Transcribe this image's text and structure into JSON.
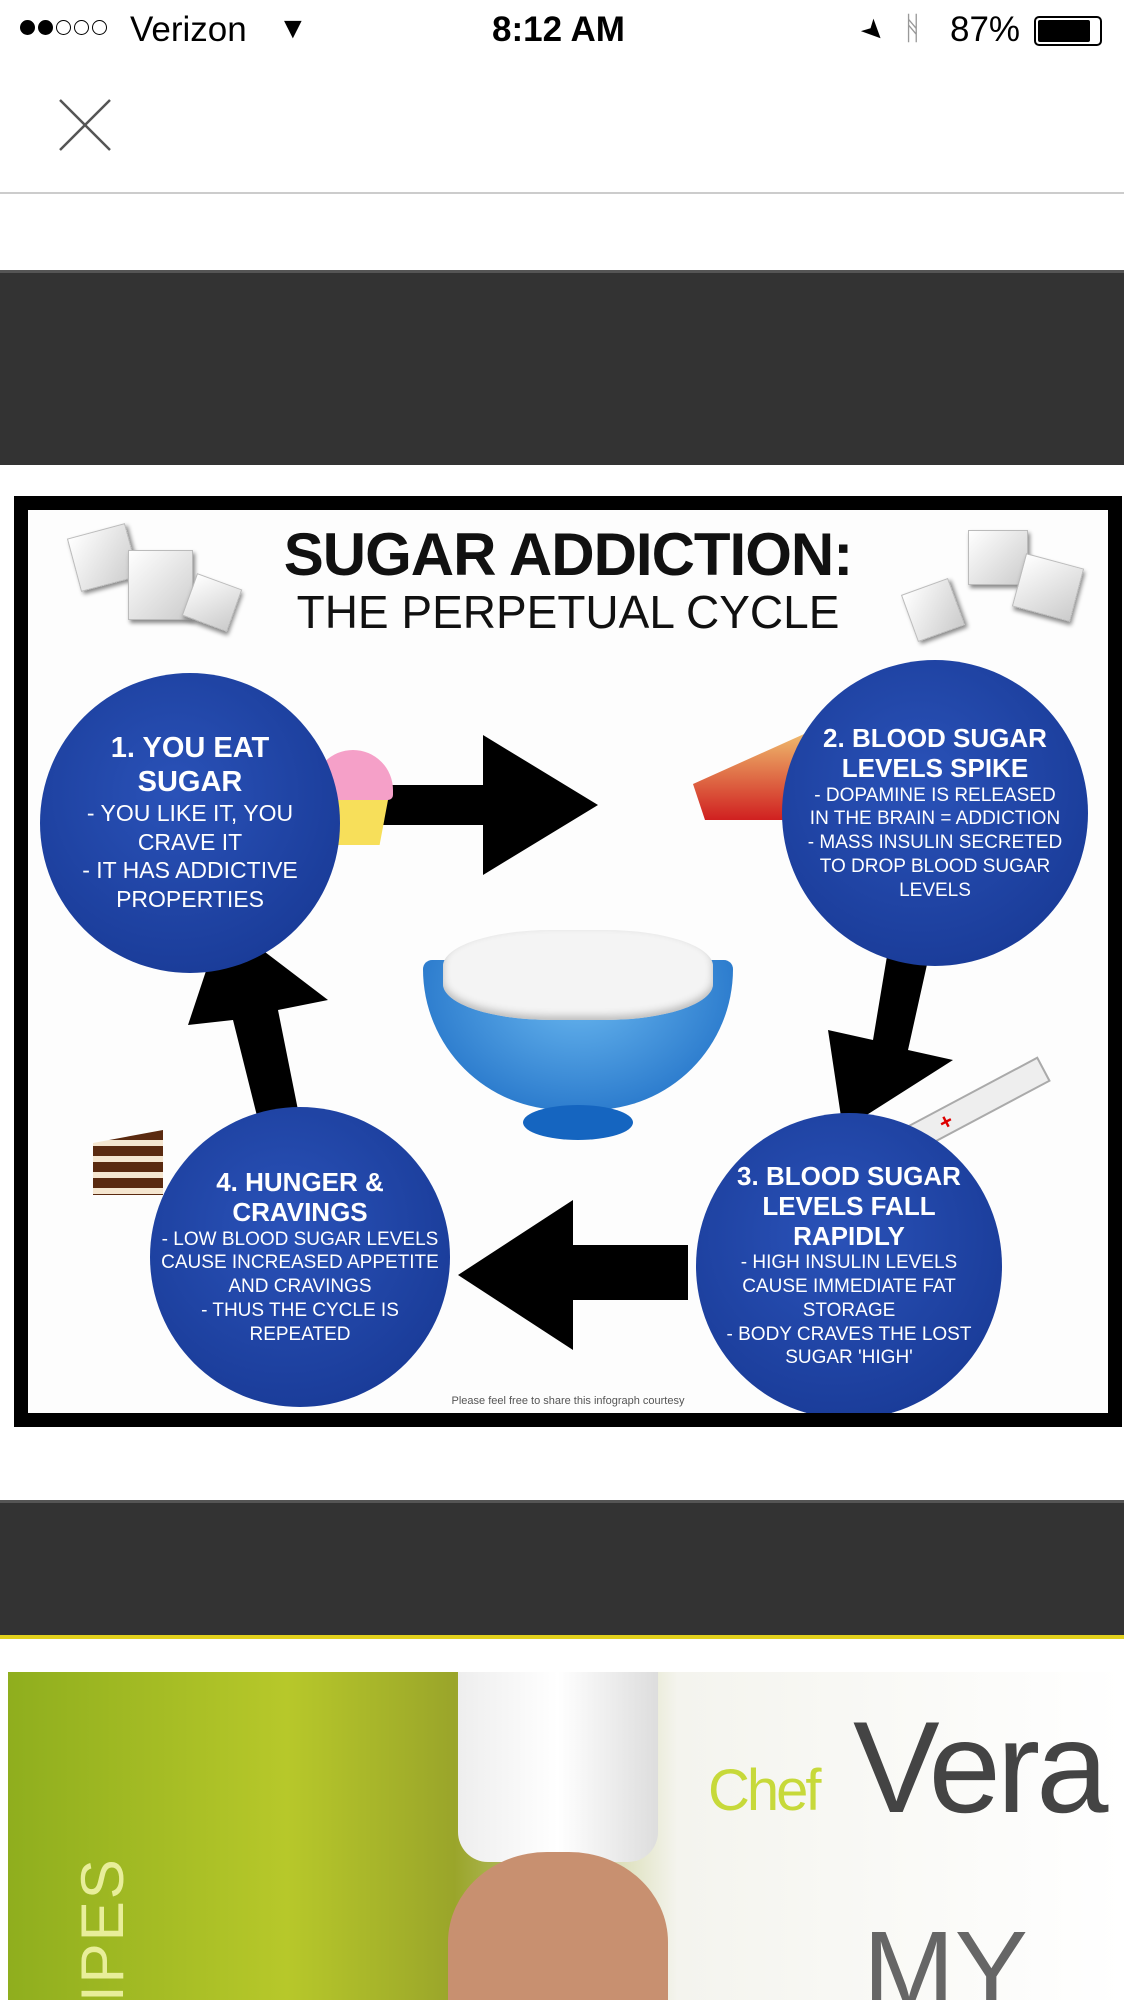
{
  "status_bar": {
    "carrier": "Verizon",
    "time": "8:12 AM",
    "battery": "87%",
    "battery_level": 0.87,
    "signal_bars_filled": 2,
    "signal_bars_total": 5
  },
  "nav": {
    "close_icon": "close-icon"
  },
  "infographic": {
    "title": "SUGAR ADDICTION:",
    "subtitle": "THE PERPETUAL CYCLE",
    "steps": [
      {
        "title": "1. YOU EAT SUGAR",
        "body": "- YOU LIKE IT, YOU CRAVE IT\n- IT HAS ADDICTIVE PROPERTIES"
      },
      {
        "title": "2. BLOOD SUGAR LEVELS SPIKE",
        "body": "- DOPAMINE IS RELEASED IN THE BRAIN = ADDICTION\n- MASS INSULIN SECRETED TO DROP BLOOD SUGAR LEVELS"
      },
      {
        "title": "3. BLOOD SUGAR LEVELS FALL RAPIDLY",
        "body": "- HIGH INSULIN LEVELS CAUSE IMMEDIATE FAT STORAGE\n- BODY CRAVES THE LOST SUGAR 'HIGH'"
      },
      {
        "title": "4. HUNGER & CRAVINGS",
        "body": "- LOW BLOOD SUGAR LEVELS CAUSE INCREASED APPETITE AND CRAVINGS\n- THUS THE CYCLE IS REPEATED"
      }
    ],
    "footer": "Please feel free to share this infograph courtesy"
  },
  "promo": {
    "chef_label": "Chef",
    "name": "Vera",
    "side_text": "IPES",
    "logo_text": "MY"
  }
}
